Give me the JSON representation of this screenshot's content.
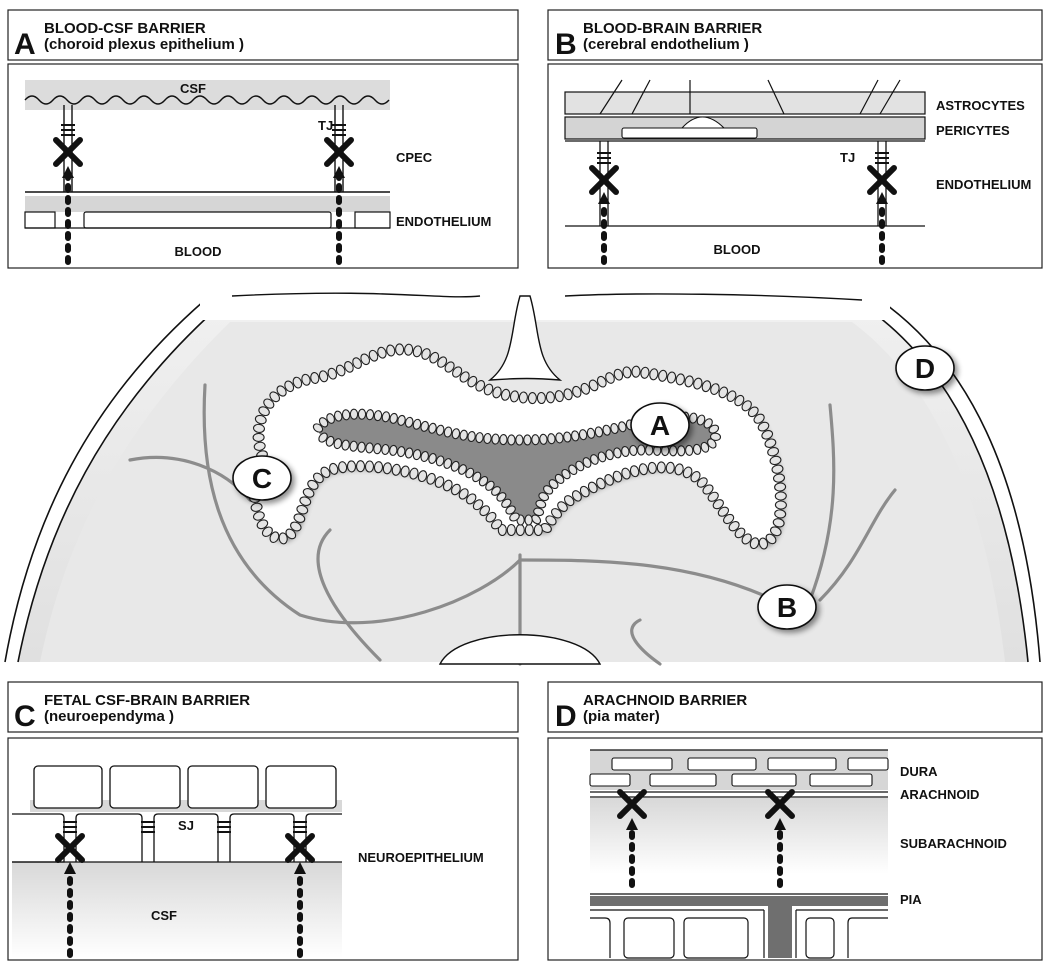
{
  "panels": {
    "a": {
      "letter": "A",
      "title": "BLOOD-CSF BARRIER",
      "subtitle": "(choroid plexus epithelium )",
      "labels": {
        "csf": "CSF",
        "tj": "TJ",
        "cpec": "CPEC",
        "endothelium": "ENDOTHELIUM",
        "blood": "BLOOD"
      }
    },
    "b": {
      "letter": "B",
      "title": "BLOOD-BRAIN BARRIER",
      "subtitle": "(cerebral endothelium )",
      "labels": {
        "astrocytes": "ASTROCYTES",
        "pericytes": "PERICYTES",
        "tj": "TJ",
        "endothelium": "ENDOTHELIUM",
        "blood": "BLOOD"
      }
    },
    "c": {
      "letter": "C",
      "title": "FETAL CSF-BRAIN BARRIER",
      "subtitle": "(neuroependyma )",
      "labels": {
        "sj": "SJ",
        "neuroepithelium": "NEUROEPITHELIUM",
        "csf": "CSF"
      }
    },
    "d": {
      "letter": "D",
      "title": "ARACHNOID BARRIER",
      "subtitle": "(pia mater)",
      "labels": {
        "dura": "DURA",
        "arachnoid": "ARACHNOID",
        "subarachnoid": "SUBARACHNOID",
        "pia": "PIA"
      }
    }
  },
  "brain_markers": [
    "A",
    "B",
    "C",
    "D"
  ],
  "colors": {
    "tissue": "#e6e6e6",
    "vessel": "#8c8c8c",
    "ventricle_fill": "#8a8a8a",
    "line": "#1a1a1a"
  }
}
